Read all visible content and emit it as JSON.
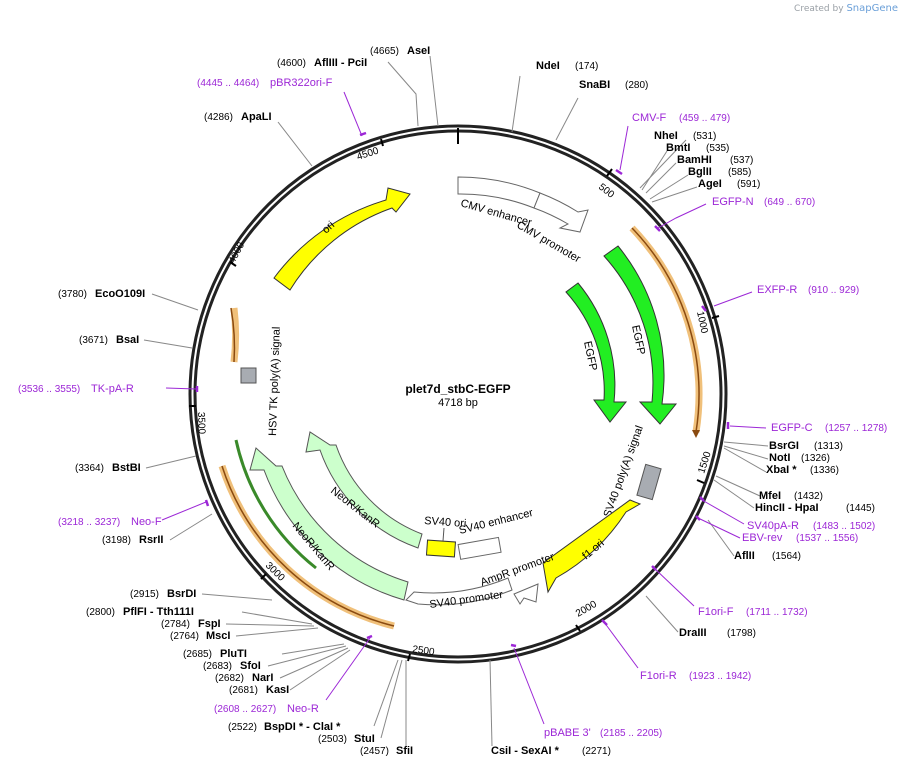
{
  "credit": {
    "prefix": "Created by",
    "brand": "SnapGene"
  },
  "title": "plet7d_stbC-EGFP",
  "length": "4718 bp",
  "ticks": [
    "500",
    "1000",
    "1500",
    "2000",
    "2500",
    "3000",
    "3500",
    "4000",
    "4500"
  ],
  "sites": [
    {
      "name": "NdeI",
      "pos": "(174)"
    },
    {
      "name": "SnaBI",
      "pos": "(280)"
    },
    {
      "name": "NheI",
      "pos": "(531)"
    },
    {
      "name": "BmtI",
      "pos": "(535)"
    },
    {
      "name": "BamHI",
      "pos": "(537)"
    },
    {
      "name": "BglII",
      "pos": "(585)"
    },
    {
      "name": "AgeI",
      "pos": "(591)"
    },
    {
      "name": "BsrGI",
      "pos": "(1313)"
    },
    {
      "name": "NotI",
      "pos": "(1326)"
    },
    {
      "name": "XbaI *",
      "pos": "(1336)"
    },
    {
      "name": "MfeI",
      "pos": "(1432)"
    },
    {
      "name": "HincII  -  HpaI",
      "pos": "(1445)"
    },
    {
      "name": "AflII",
      "pos": "(1564)"
    },
    {
      "name": "DraIII",
      "pos": "(1798)"
    },
    {
      "name": "CsiI  -  SexAI *",
      "pos": "(2271)"
    },
    {
      "name": "SfiI",
      "pos": "(2457)"
    },
    {
      "name": "StuI",
      "pos": "(2503)"
    },
    {
      "name": "BspDI *  -  ClaI *",
      "pos": "(2522)"
    },
    {
      "name": "KasI",
      "pos": "(2681)"
    },
    {
      "name": "NarI",
      "pos": "(2682)"
    },
    {
      "name": "SfoI",
      "pos": "(2683)"
    },
    {
      "name": "PluTI",
      "pos": "(2685)"
    },
    {
      "name": "MscI",
      "pos": "(2764)"
    },
    {
      "name": "FspI",
      "pos": "(2784)"
    },
    {
      "name": "PflFI  -  Tth111I",
      "pos": "(2800)"
    },
    {
      "name": "BsrDI",
      "pos": "(2915)"
    },
    {
      "name": "RsrII",
      "pos": "(3198)"
    },
    {
      "name": "BstBI",
      "pos": "(3364)"
    },
    {
      "name": "BsaI",
      "pos": "(3671)"
    },
    {
      "name": "EcoO109I",
      "pos": "(3780)"
    },
    {
      "name": "ApaLI",
      "pos": "(4286)"
    },
    {
      "name": "AflIII  -  PciI",
      "pos": "(4600)"
    },
    {
      "name": "AseI",
      "pos": "(4665)"
    }
  ],
  "primers": [
    {
      "name": "CMV-F",
      "range": "(459 .. 479)"
    },
    {
      "name": "EGFP-N",
      "range": "(649 .. 670)"
    },
    {
      "name": "EXFP-R",
      "range": "(910 .. 929)"
    },
    {
      "name": "EGFP-C",
      "range": "(1257 .. 1278)"
    },
    {
      "name": "SV40pA-R",
      "range": "(1483 .. 1502)"
    },
    {
      "name": "EBV-rev",
      "range": "(1537 .. 1556)"
    },
    {
      "name": "F1ori-F",
      "range": "(1711 .. 1732)"
    },
    {
      "name": "F1ori-R",
      "range": "(1923 .. 1942)"
    },
    {
      "name": "pBABE 3'",
      "range": "(2185 .. 2205)"
    },
    {
      "name": "Neo-R",
      "range": "(2608 .. 2627)"
    },
    {
      "name": "Neo-F",
      "range": "(3218 .. 3237)"
    },
    {
      "name": "TK-pA-R",
      "range": "(3536 .. 3555)"
    },
    {
      "name": "pBR322ori-F",
      "range": "(4445 .. 4464)"
    }
  ],
  "features": [
    {
      "label": "CMV enhancer"
    },
    {
      "label": "CMV promoter"
    },
    {
      "label": "EGFP"
    },
    {
      "label": "EGFP"
    },
    {
      "label": "SV40 poly(A) signal"
    },
    {
      "label": "f1 ori"
    },
    {
      "label": "AmpR promoter"
    },
    {
      "label": "SV40 promoter"
    },
    {
      "label": "SV40 ori"
    },
    {
      "label": "SV40 enhancer"
    },
    {
      "label": "NeoR/KanR"
    },
    {
      "label": "NeoR/KanR"
    },
    {
      "label": "HSV TK poly(A) signal"
    },
    {
      "label": "ori"
    }
  ],
  "colors": {
    "primer": "#9c27d6",
    "egfp": "#22ee22",
    "ori": "#ffff00",
    "neo": "#ccffcc",
    "polyA": "#a8acb2",
    "orf": "#f0b86a"
  }
}
